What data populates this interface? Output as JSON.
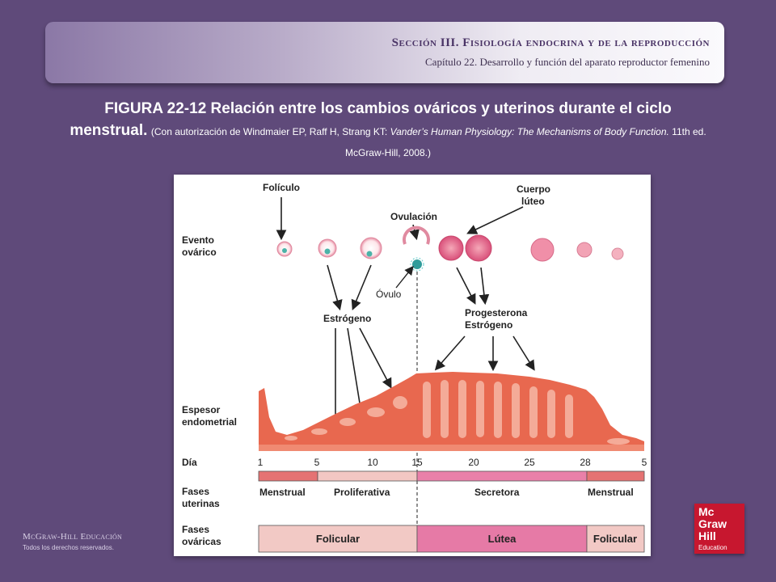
{
  "header": {
    "section": "Sección III.  Fisiología endocrina y de la reproducción",
    "chapter": "Capítulo 22.  Desarrollo y función del aparato reproductor femenino"
  },
  "caption": {
    "title_strong": "FIGURA 22-12 Relación entre los cambios ováricos y uterinos durante el ciclo menstrual.",
    "credit_part1": "(Con autorización de Windmaier EP, Raff H, Strang KT: ",
    "credit_italic": "Vander’s Human Physiology: The Mechanisms of Body Function.",
    "credit_part2": " 11th ed. McGraw-Hill, 2008.)"
  },
  "figure": {
    "labels": {
      "foliculo": "Folículo",
      "ovulacion": "Ovulación",
      "cuerpo_luteo_1": "Cuerpo",
      "cuerpo_luteo_2": "lúteo",
      "evento_1": "Evento",
      "evento_2": "ovárico",
      "ovulo": "Óvulo",
      "estrogeno": "Estrógeno",
      "progesterona": "Progesterona",
      "estrogeno2": "Estrógeno",
      "espesor_1": "Espesor",
      "espesor_2": "endometrial",
      "dia": "Día",
      "fases_uterinas_1": "Fases",
      "fases_uterinas_2": "uterinas",
      "fases_ovaricas_1": "Fases",
      "fases_ovaricas_2": "ováricas"
    },
    "day_ticks": [
      "1",
      "5",
      "10",
      "15",
      "20",
      "25",
      "28",
      "5"
    ],
    "uterine_phases": [
      "Menstrual",
      "Proliferativa",
      "Secretora",
      "Menstrual"
    ],
    "ovarian_phases": [
      "Folicular",
      "Lútea",
      "Folicular"
    ],
    "colors": {
      "menstrual": "#e57373",
      "proliferativa": "#f3c7c3",
      "secretora": "#e980a9",
      "folicular": "#f2c9c5",
      "lutea": "#e67aa6",
      "endometrium": "#e8684f"
    }
  },
  "footer": {
    "brand": "McGraw-Hill Educación",
    "rights": "Todos los derechos reservados."
  },
  "logo": {
    "line1": "Mc",
    "line2": "Graw",
    "line3": "Hill",
    "line4": "Education"
  }
}
